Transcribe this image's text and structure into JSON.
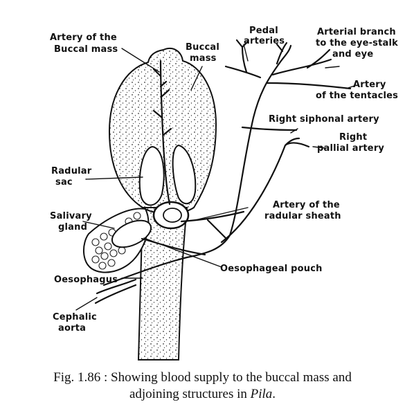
{
  "labels": {
    "artery_buccal": [
      "Artery of the",
      "Buccal mass"
    ],
    "buccal_mass": [
      "Buccal",
      "mass"
    ],
    "pedal_arteries": [
      "Pedal",
      "arteries"
    ],
    "arterial_branch": [
      "Arterial branch",
      "to the eye-stalk",
      "and eye"
    ],
    "artery_tentacles": [
      "Artery",
      "of the tentacles"
    ],
    "right_siphonal": [
      "Right siphonal artery"
    ],
    "right_pallial": [
      "Right",
      "pallial artery"
    ],
    "radular_sac": [
      "Radular",
      "sac"
    ],
    "salivary_gland": [
      "Salivary",
      "gland"
    ],
    "artery_radular_sheath": [
      "Artery of the",
      "radular sheath"
    ],
    "oesophageal_pouch": [
      "Oesophageal pouch"
    ],
    "oesophagus": [
      "Oesophagus"
    ],
    "cephalic_aorta": [
      "Cephalic",
      "aorta"
    ]
  },
  "caption": {
    "prefix": "Fig. 1.86 : Showing blood supply to the buccal mass and",
    "line2_start": "adjoining structures in ",
    "genus": "Pila",
    "end": "."
  }
}
